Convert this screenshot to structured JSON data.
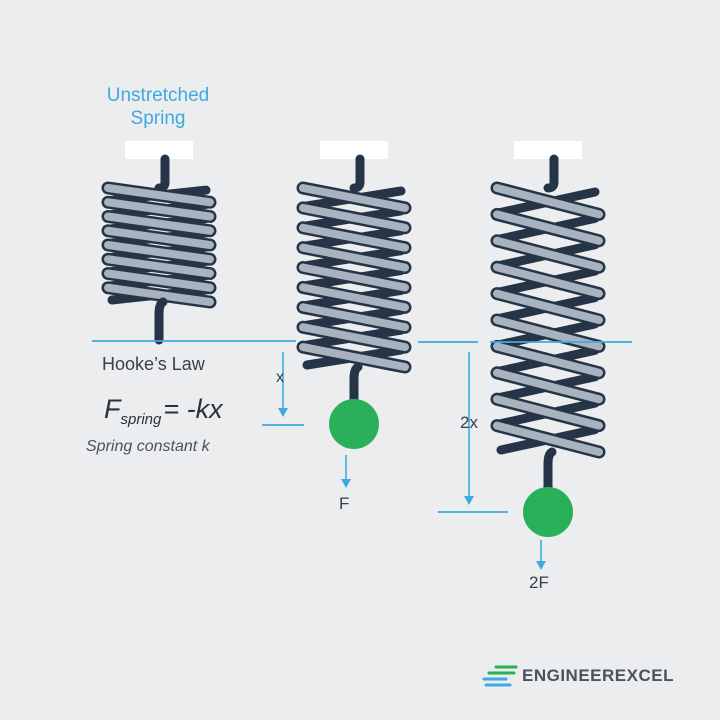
{
  "title": "Unstretched\nSpring",
  "law": {
    "title": "Hooke’s Law",
    "formula_main": "F",
    "formula_sub": "spring",
    "formula_rhs": "= -kx",
    "constant": "Spring constant k"
  },
  "labels": {
    "x": "x",
    "force_1": "F",
    "x2": "2x",
    "force_2": "2F"
  },
  "brand": {
    "name": "ENGINEEREXCEL",
    "logo": "stacked-lines-logo-icon"
  },
  "colors": {
    "background": "#ebedef",
    "accent": "#3fa9e0",
    "spring_fill": "#a9b3bf",
    "spring_outline": "#253447",
    "mass": "#2bb05a",
    "logo_green": "#2bb05a",
    "logo_blue": "#3fa9e0"
  }
}
